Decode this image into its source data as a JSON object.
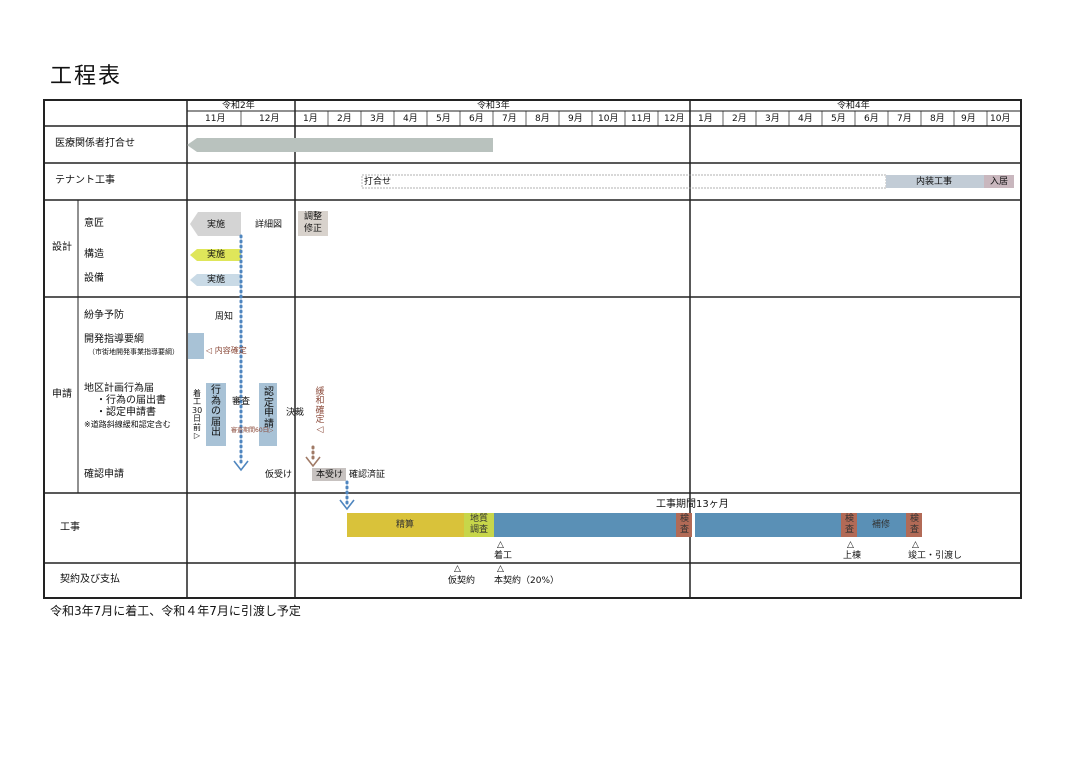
{
  "title": "工程表",
  "eras": [
    "令和2年",
    "令和3年",
    "令和4年"
  ],
  "months_r2": [
    "11月",
    "12月"
  ],
  "months_r3": [
    "1月",
    "2月",
    "3月",
    "4月",
    "5月",
    "6月",
    "7月",
    "8月",
    "9月",
    "10月",
    "11月",
    "12月"
  ],
  "months_r4": [
    "1月",
    "2月",
    "3月",
    "4月",
    "5月",
    "6月",
    "7月",
    "8月",
    "9月",
    "10月"
  ],
  "rows": {
    "iryo": "医療関係者打合せ",
    "tenant": "テナント工事",
    "sekkei": "設計",
    "isho": "意匠",
    "kozo": "構造",
    "setsubi": "設備",
    "shinsei": "申請",
    "funso": "紛争予防",
    "kaihatsu": "開発指導要綱",
    "kaihatsu_sub": "（市街地開発事業指導要綱）",
    "chiku": "地区計画行為届",
    "chiku_1": "・行為の届出書",
    "chiku_2": "・認定申請書",
    "chiku_note": "※道路斜線緩和認定含む",
    "kakunin": "確認申請",
    "koji": "工事",
    "keiyaku": "契約及び支払"
  },
  "labels": {
    "uchiawase": "打合せ",
    "naiso": "内装工事",
    "nyukyo": "入居",
    "jisshi": "実施",
    "shosaizu": "詳細図",
    "chosei": "調整",
    "shusei": "修正",
    "shuchi": "周知",
    "naiyo_kakutei": "◁ 内容確定",
    "chakko_30": "着工30日前▷",
    "koi_todoke": "行為の届出",
    "shinsa": "審査",
    "nintei_shinsei": "認定申請",
    "shinsa_kikan": "審査期間60日▷",
    "kessai": "決裁",
    "kanwa_kakutei": "緩和確定◁",
    "kariuke": "仮受け",
    "honuke": "本受け",
    "kakunin_zumi": "確認済証",
    "koki": "工事期間13ヶ月",
    "seiso": "精算",
    "chishitsu": "地質",
    "chosa": "調査",
    "ken": "検",
    "sa": "査",
    "hoshu": "補修",
    "chakko": "着工",
    "joto": "上棟",
    "shunko": "竣工・引渡し",
    "karikeiyaku": "仮契約",
    "honkeiyaku": "本契約（20%）",
    "triangle": "△"
  },
  "footer": "令和3年7月に着工、令和４年7月に引渡し予定",
  "colors": {
    "gray_bar": "#b9c2be",
    "yellow": "#d9c23a",
    "yellow_green": "#c7d64a",
    "blue": "#5a90b6",
    "brown": "#b26a56",
    "light_blue": "#a8c2d6",
    "pale_gray": "#d8d8d8",
    "pink_gray": "#c9b7be",
    "dot_blue": "#4f86bf",
    "dot_brown": "#a07a66"
  }
}
